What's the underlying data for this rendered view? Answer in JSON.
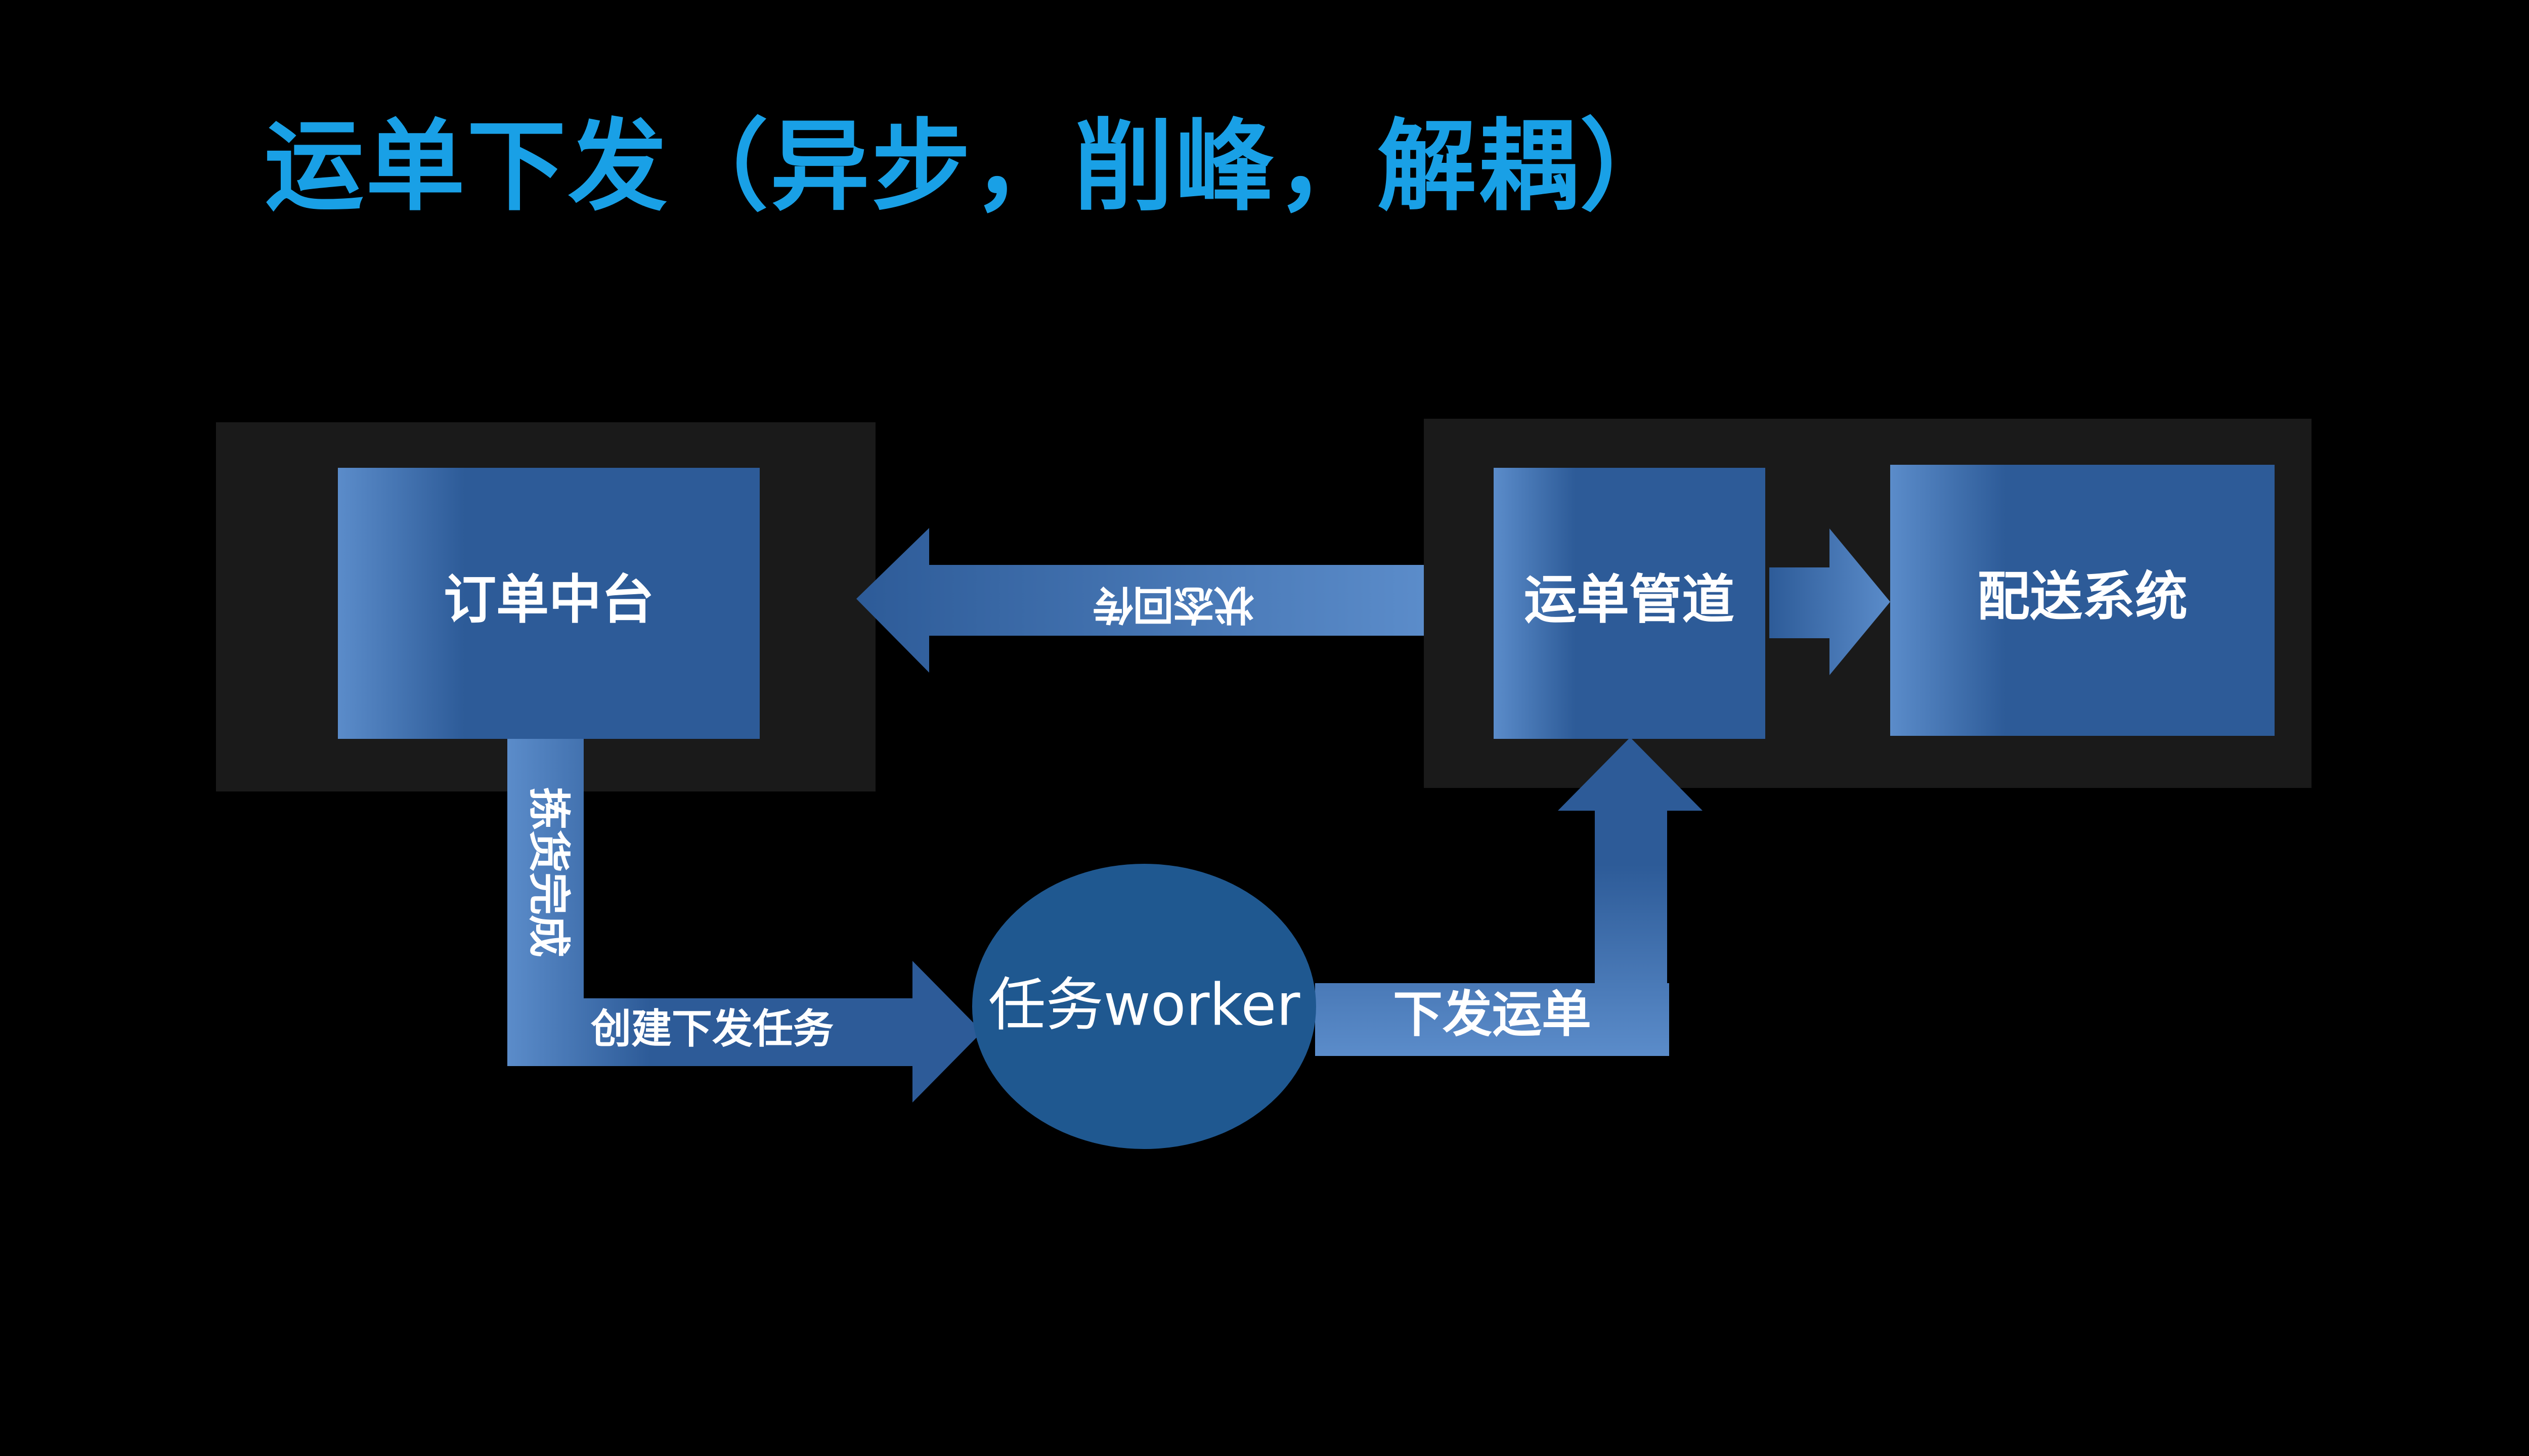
{
  "slide": {
    "title": "运单下发（异步，削峰，解耦）"
  },
  "diagram": {
    "nodes": {
      "order_center": "订单中台",
      "waybill_pipeline": "运单管道",
      "delivery_system": "配送系统",
      "task_worker": "任务worker"
    },
    "edges": {
      "status_callback": "状态回传",
      "picking_done": "拣货完成",
      "create_dispatch_task": "创建下发任务",
      "dispatch_waybill": "下发运单"
    }
  },
  "colors": {
    "background": "#000000",
    "title": "#19a0e6",
    "panel": "#1a1a1a",
    "box_dark": "#2d5b98",
    "box_light": "#5b8cca",
    "worker": "#1f5890",
    "text": "#ffffff"
  }
}
